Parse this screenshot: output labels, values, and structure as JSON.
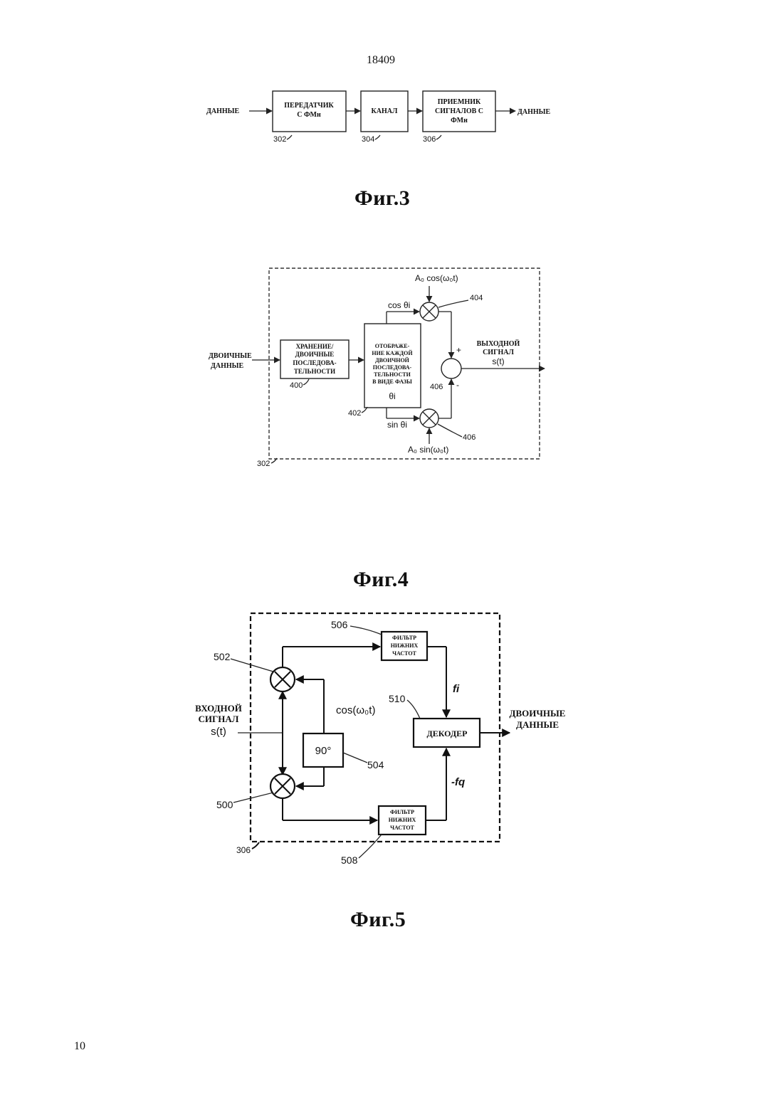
{
  "page": {
    "number_top": "18409",
    "number_bottom": "10"
  },
  "fig3": {
    "caption": "Фиг.3",
    "input_label": "ДАННЫЕ",
    "output_label": "ДАННЫЕ",
    "tx_line1": "ПЕРЕДАТЧИК",
    "tx_line2": "С ФМн",
    "channel": "КАНАЛ",
    "rx_line1": "ПРИЕМНИК",
    "rx_line2": "СИГНАЛОВ С",
    "rx_line3": "ФМн",
    "ref_tx": "302",
    "ref_channel": "304",
    "ref_rx": "306"
  },
  "fig4": {
    "caption": "Фиг.4",
    "input_line1": "ДВОИЧНЫЕ",
    "input_line2": "ДАННЫЕ",
    "store_line1": "ХРАНЕНИЕ/",
    "store_line2": "ДВОИЧНЫЕ",
    "store_line3": "ПОСЛЕДОВА-",
    "store_line4": "ТЕЛЬНОСТИ",
    "map_line1": "ОТОБРАЖЕ-",
    "map_line2": "НИЕ КАЖДОЙ",
    "map_line3": "ДВОИЧНОЙ",
    "map_line4": "ПОСЛЕДОВА-",
    "map_line5": "ТЕЛЬНОСТИ",
    "map_line6": "В ВИДЕ ФАЗЫ",
    "map_line7": "θi",
    "carrier_cos": "A₀ cos(ω₀t)",
    "carrier_sin": "A₀ sin(ω₀t)",
    "cos_theta": "cos θi",
    "sin_theta": "sin θi",
    "plus": "+",
    "minus": "-",
    "output_line1": "ВЫХОДНОЙ",
    "output_line2": "СИГНАЛ",
    "output_line3": "s(t)",
    "ref_store": "400",
    "ref_map": "402",
    "ref_mult_top": "404",
    "ref_sum": "406",
    "ref_mult_bottom": "406",
    "ref_block": "302"
  },
  "fig5": {
    "caption": "Фиг.5",
    "input_line1": "ВХОДНОЙ",
    "input_line2": "СИГНАЛ",
    "input_line3": "s(t)",
    "lpf_top_line1": "ФИЛЬТР",
    "lpf_top_line2": "НИЖНИХ",
    "lpf_top_line3": "ЧАСТОТ",
    "lpf_bottom_line1": "ФИЛЬТР",
    "lpf_bottom_line2": "НИЖНИХ",
    "lpf_bottom_line3": "ЧАСТОТ",
    "decoder": "ДЕКОДЕР",
    "phase_shift": "90°",
    "cos_label": "cos(ω₀t)",
    "fi_label": "fi",
    "fq_label": "-fq",
    "output_line1": "ДВОИЧНЫЕ",
    "output_line2": "ДАННЫЕ",
    "ref_mult_top": "502",
    "ref_mult_bottom": "500",
    "ref_phase": "504",
    "ref_lpf_top": "506",
    "ref_lpf_bottom": "508",
    "ref_decoder": "510",
    "ref_block": "306"
  }
}
